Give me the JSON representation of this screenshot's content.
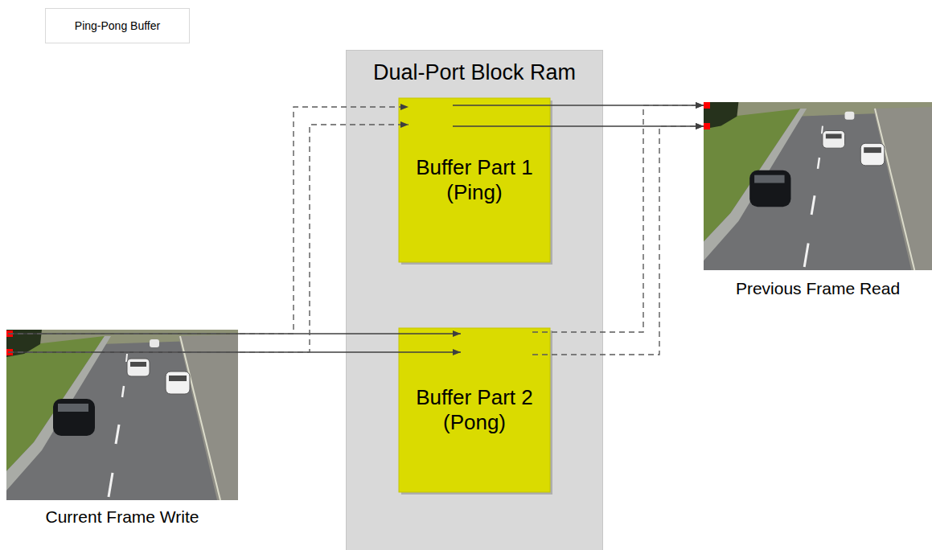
{
  "diagram": {
    "nodes": [
      {
        "text": [
          "Ping-Pong Buffer"
        ]
      },
      {
        "text": [
          "Dual-Port Block Ram"
        ]
      },
      {
        "text": [
          "Buffer Part 1 (Ping)"
        ],
        "in": 1
      },
      {
        "text": [
          "Buffer Part 2 (Pong)"
        ],
        "in": 1
      },
      {
        "text": [
          "Current Frame Write"
        ]
      },
      {
        "text": [
          "Previous Frame Read"
        ]
      }
    ],
    "edges": [
      {
        "from": 4,
        "to": 3,
        "arrow": "to"
      },
      {
        "from": 4,
        "to": 3,
        "arrow": "to"
      },
      {
        "from": 4,
        "to": 2,
        "arrow": "to"
      },
      {
        "from": 4,
        "to": 2,
        "arrow": "to"
      },
      {
        "from": 2,
        "to": 5,
        "arrow": "to"
      },
      {
        "from": 2,
        "to": 5,
        "arrow": "to"
      },
      {
        "from": 3,
        "to": 5,
        "arrow": "to"
      },
      {
        "from": 3,
        "to": 5,
        "arrow": "to"
      }
    ]
  }
}
